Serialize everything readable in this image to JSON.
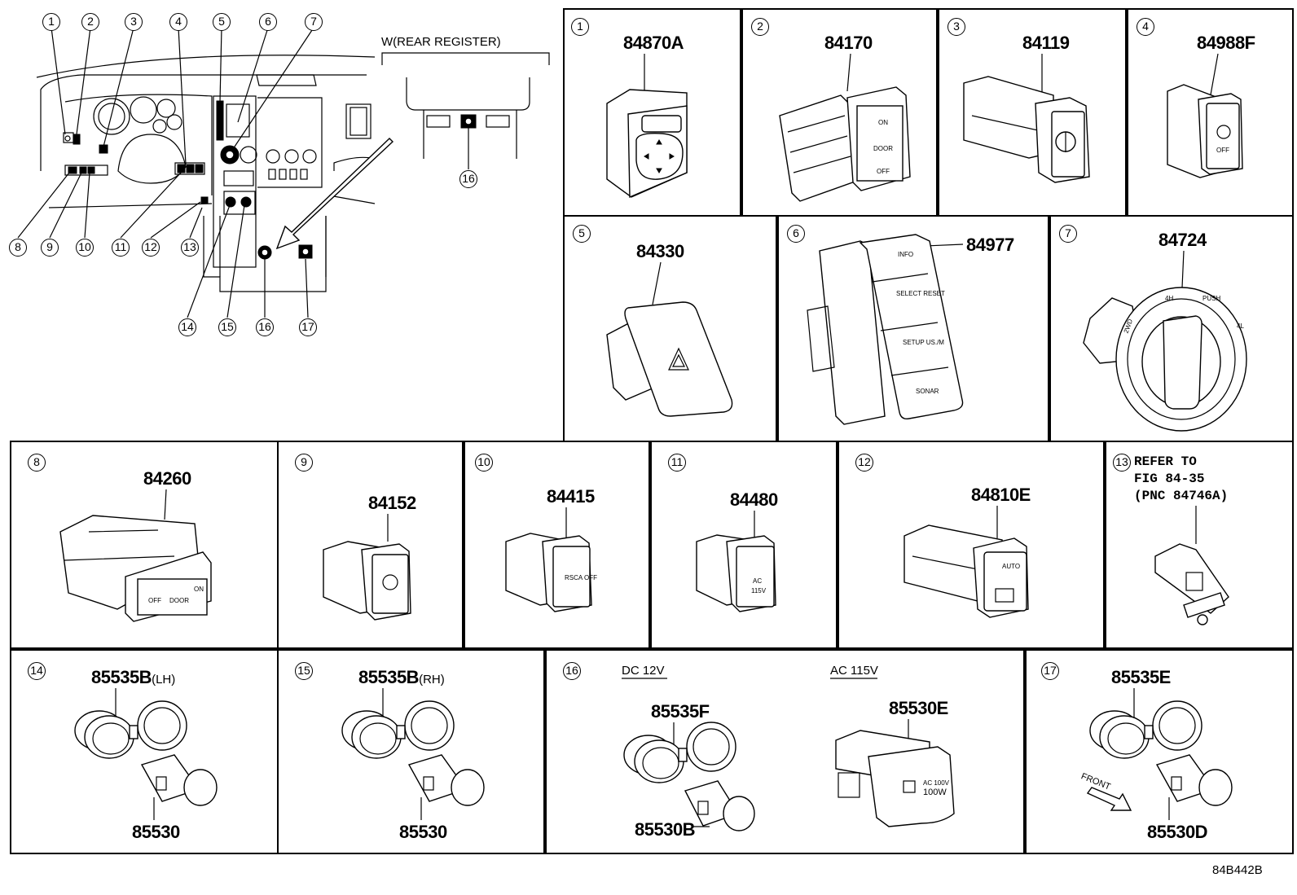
{
  "overview": {
    "callouts_top": [
      "1",
      "2",
      "3",
      "4",
      "5",
      "6",
      "7"
    ],
    "callouts_bottom": [
      "8",
      "9",
      "10",
      "11",
      "12",
      "13",
      "14",
      "15",
      "16",
      "17"
    ],
    "rear_register_label": "W(REAR REGISTER)",
    "rear_callout": "16"
  },
  "cells": [
    {
      "num": "1",
      "pn": "84870A"
    },
    {
      "num": "2",
      "pn": "84170",
      "labels": [
        "ON",
        "DOOR",
        "OFF"
      ]
    },
    {
      "num": "3",
      "pn": "84119"
    },
    {
      "num": "4",
      "pn": "84988F",
      "labels": [
        "OFF"
      ]
    },
    {
      "num": "5",
      "pn": "84330"
    },
    {
      "num": "6",
      "pn": "84977",
      "labels": [
        "INFO",
        "SELECT RESET",
        "SETUP US./M",
        "SONAR"
      ]
    },
    {
      "num": "7",
      "pn": "84724",
      "labels": [
        "2WD",
        "4H",
        "PUSH",
        "4L"
      ]
    },
    {
      "num": "8",
      "pn": "84260",
      "labels": [
        "OFF",
        "DOOR",
        "ON"
      ]
    },
    {
      "num": "9",
      "pn": "84152"
    },
    {
      "num": "10",
      "pn": "84415",
      "labels": [
        "RSCA OFF"
      ]
    },
    {
      "num": "11",
      "pn": "84480",
      "labels": [
        "AC",
        "115V"
      ]
    },
    {
      "num": "12",
      "pn": "84810E",
      "labels": [
        "AUTO"
      ]
    },
    {
      "num": "13",
      "refer": [
        "REFER TO",
        "FIG 84-35",
        "(PNC 84746A)"
      ]
    },
    {
      "num": "14",
      "pn": "85535B",
      "suffix": "(LH)",
      "pn2": "85530"
    },
    {
      "num": "15",
      "pn": "85535B",
      "suffix": "(RH)",
      "pn2": "85530"
    },
    {
      "num": "16",
      "dc_label": "DC 12V",
      "ac_label": "AC 115V",
      "pn": "85535F",
      "pn2": "85530B",
      "pn3": "85530E",
      "labels": [
        "AC 100V",
        "100W"
      ]
    },
    {
      "num": "17",
      "pn": "85535E",
      "pn2": "85530D",
      "front_label": "FRONT"
    }
  ],
  "figure_code": "84B442B"
}
